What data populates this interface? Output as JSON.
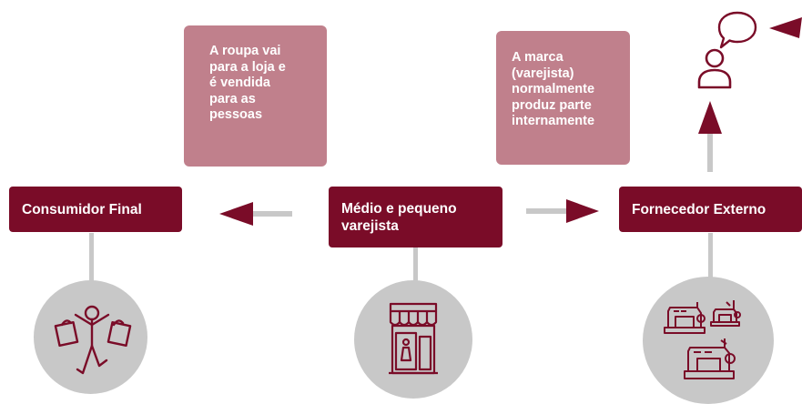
{
  "nodes": {
    "consumer": "Consumidor Final",
    "retailer": "Médio e pequeno varejista",
    "supplier": "Fornecedor Externo"
  },
  "notes": {
    "store": [
      "A roupa vai",
      "para a loja e",
      "é vendida",
      "para as",
      "pessoas"
    ],
    "brand": [
      "A marca",
      "(varejista)",
      "normalmente",
      "produz parte",
      "internamente"
    ]
  },
  "colors": {
    "node": "#7a0c28",
    "note": "#c0808c",
    "connector": "#c8c8c8",
    "arrow": "#7a0c28"
  },
  "icons": {
    "consumer": "shopper-with-bags-icon",
    "retailer": "storefront-icon",
    "supplier": "sewing-machines-icon",
    "talk": "speech-bubble-icon",
    "person": "person-icon",
    "pointer": "pointer-triangle-icon"
  }
}
